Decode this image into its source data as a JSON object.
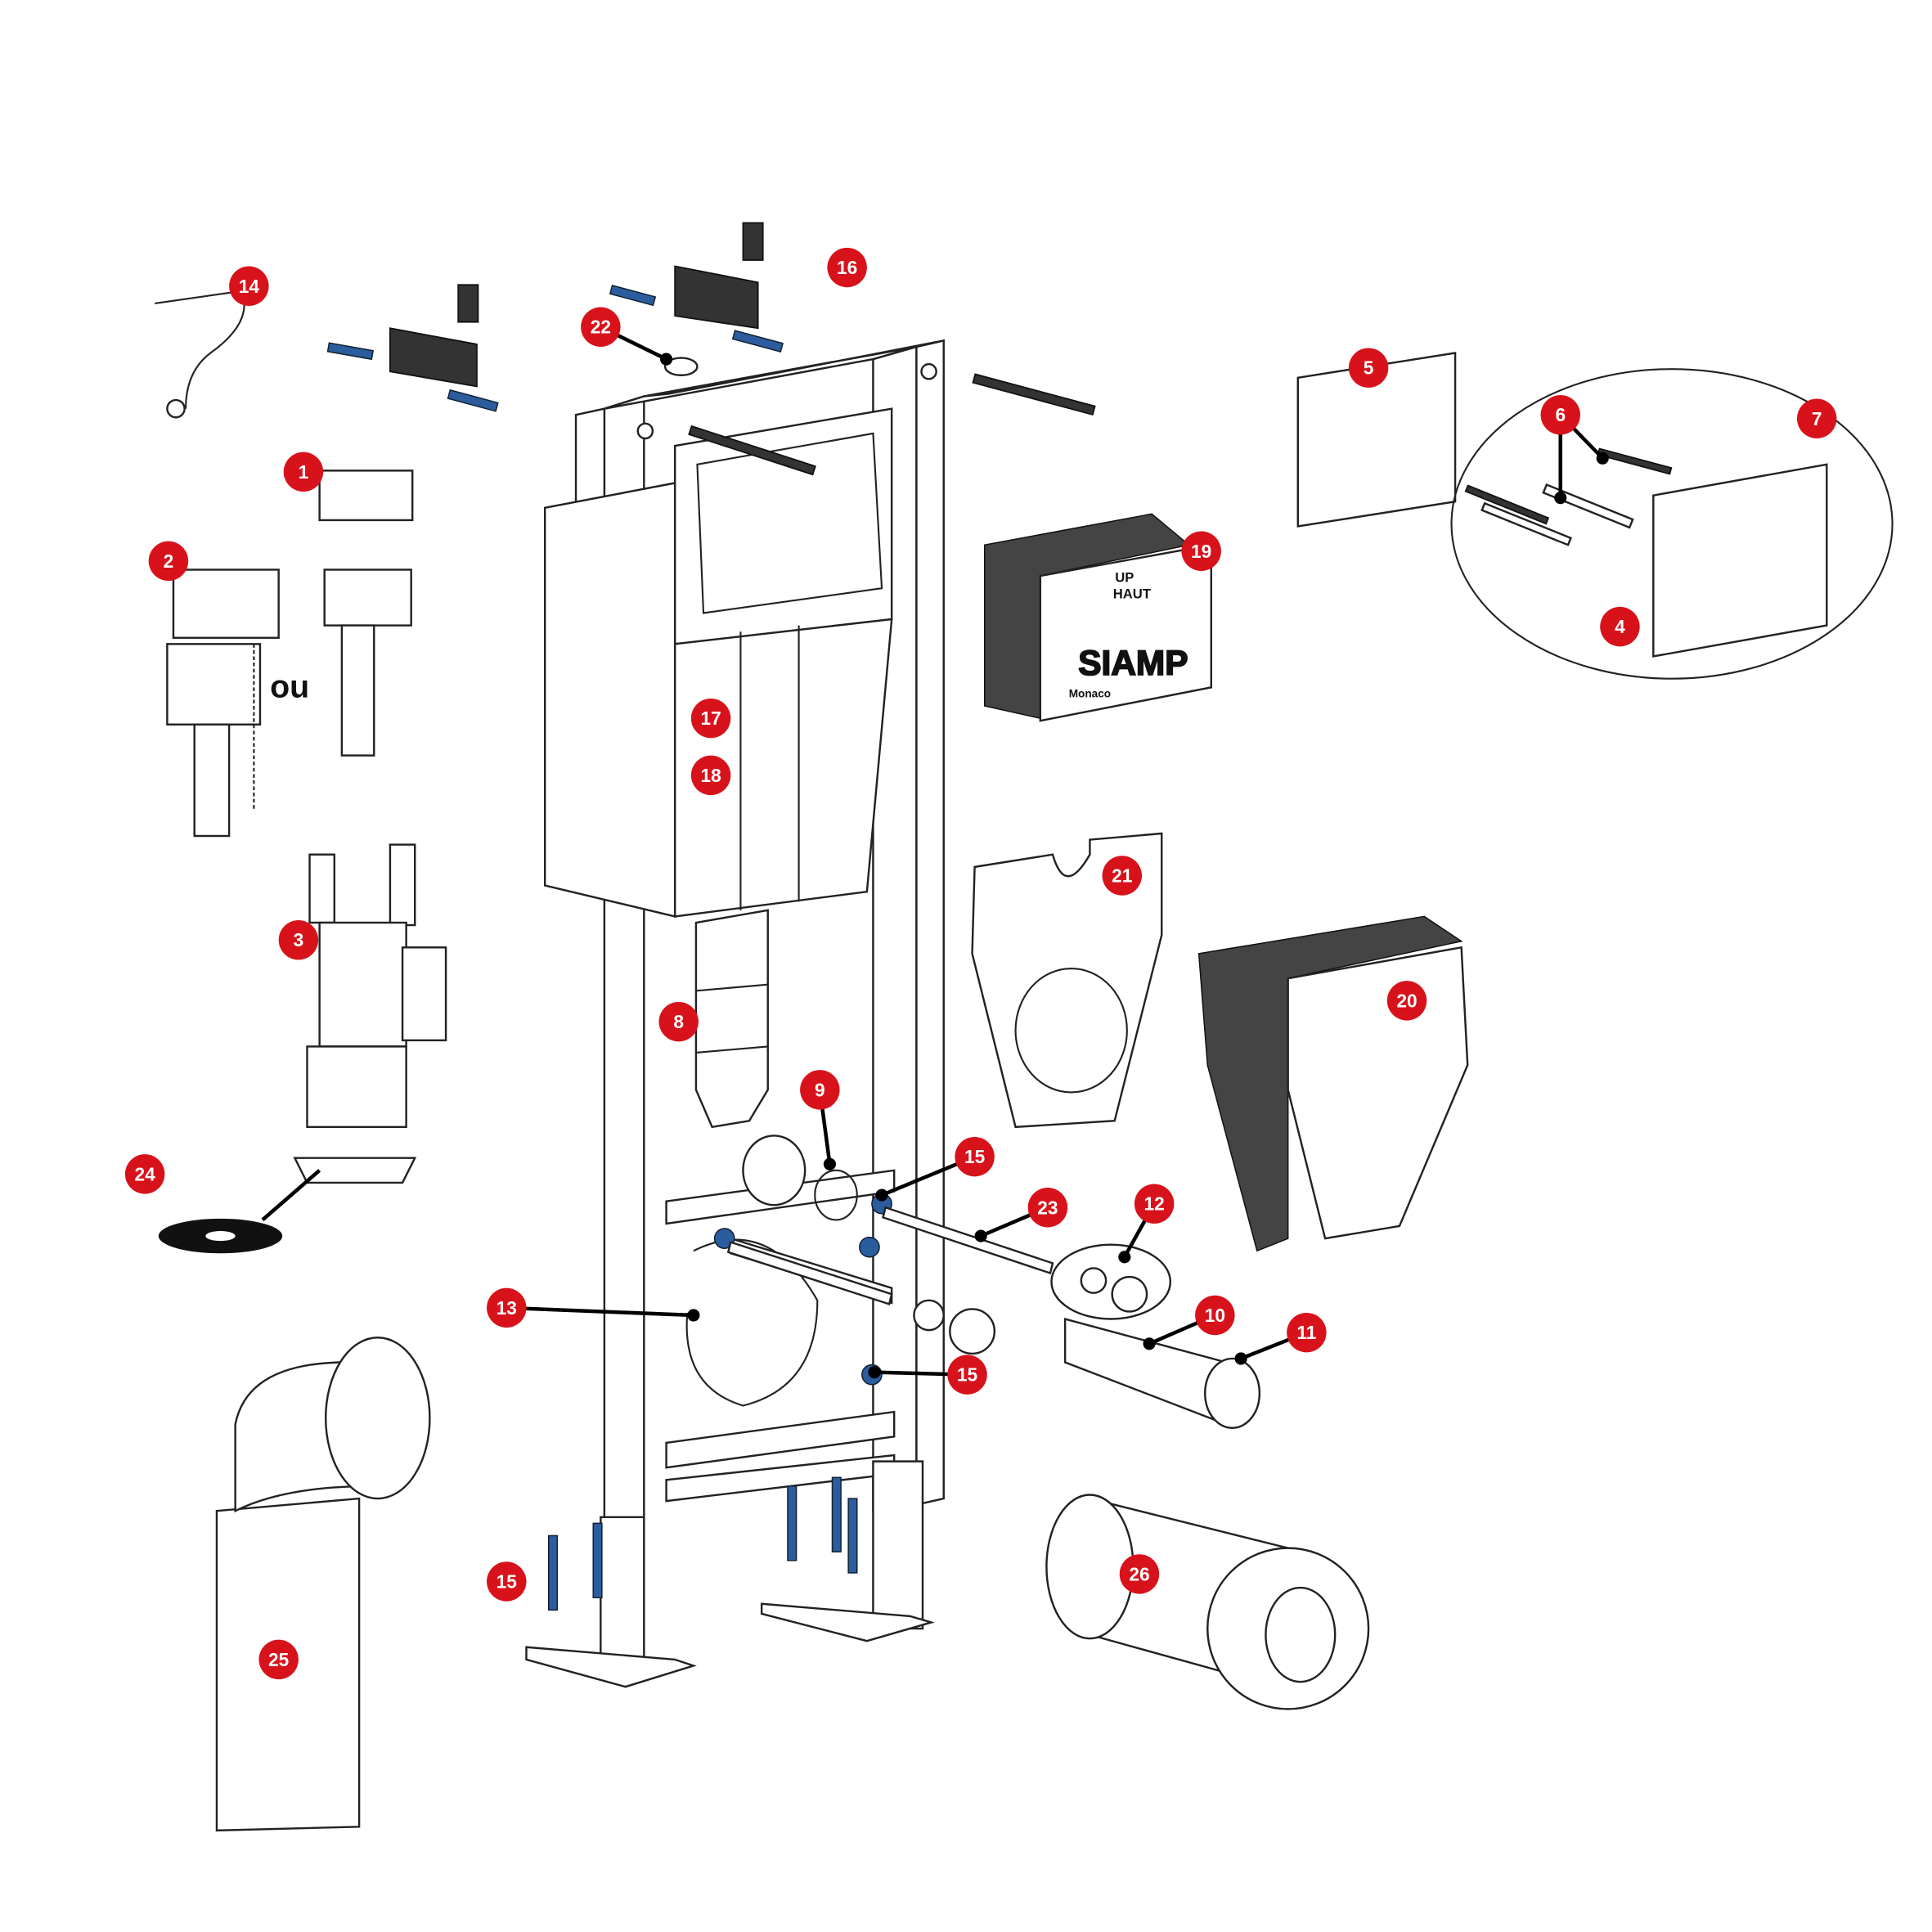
{
  "diagram": {
    "badges": [
      "1",
      "2",
      "3",
      "4",
      "5",
      "6",
      "7",
      "8",
      "9",
      "10",
      "11",
      "12",
      "13",
      "14",
      "15",
      "16",
      "17",
      "18",
      "19",
      "20",
      "21",
      "22",
      "23",
      "24",
      "25",
      "26"
    ],
    "or_label": "ou",
    "box_front": {
      "line1": "UP",
      "line2": "HAUT",
      "brand": "SIAMP",
      "model": "Monaco"
    },
    "colors": {
      "badge": "#d8121b",
      "screws": "#2b5d9e"
    }
  }
}
